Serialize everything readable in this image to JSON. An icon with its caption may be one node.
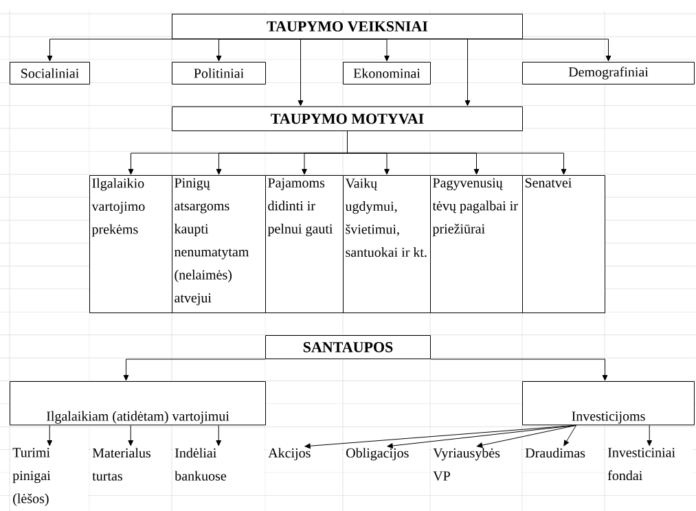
{
  "diagram": {
    "nodes": [
      {
        "text": [
          "TAUPYMO VEIKSNIAI"
        ]
      },
      {
        "text": [
          "Socialiniai"
        ]
      },
      {
        "text": [
          "Politiniai"
        ]
      },
      {
        "text": [
          "Ekonominai"
        ]
      },
      {
        "text": [
          "Demografiniai"
        ]
      },
      {
        "text": [
          "TAUPYMO MOTYVAI"
        ]
      },
      {
        "text": [
          "Ilgalaikio vartojimo prekėms"
        ]
      },
      {
        "text": [
          "Pinigų atsargoms kaupti nenumatytam (nelaimės) atvejui"
        ]
      },
      {
        "text": [
          "Pajamoms didinti ir pelnui gauti"
        ]
      },
      {
        "text": [
          "Vaikų ugdymui, švietimui, santuokai ir kt."
        ]
      },
      {
        "text": [
          "Pagyvenusių tėvų pagalbai ir priežiūrai"
        ]
      },
      {
        "text": [
          "Senatvei"
        ]
      },
      {
        "text": [
          "SANTAUPOS"
        ]
      },
      {
        "text": [
          "Ilgalaikiam (atidėtam) vartojimui"
        ]
      },
      {
        "text": [
          "Investicijoms"
        ]
      },
      {
        "text": [
          "Turimi pinigai (lėšos)"
        ]
      },
      {
        "text": [
          "Materialus turtas"
        ]
      },
      {
        "text": [
          "Indėliai bankuose"
        ]
      },
      {
        "text": [
          "Akcijos"
        ]
      },
      {
        "text": [
          "Obligacijos"
        ]
      },
      {
        "text": [
          "Vyriausybės VP"
        ]
      },
      {
        "text": [
          "Draudimas"
        ]
      },
      {
        "text": [
          "Investiciniai fondai"
        ]
      }
    ],
    "edges": [
      {
        "from": 0,
        "to": 1,
        "arrow": "to"
      },
      {
        "from": 0,
        "to": 2,
        "arrow": "to"
      },
      {
        "from": 0,
        "to": 3,
        "arrow": "to"
      },
      {
        "from": 0,
        "to": 4,
        "arrow": "to"
      },
      {
        "from": 0,
        "to": 5,
        "arrow": "to"
      },
      {
        "from": 0,
        "to": 5,
        "arrow": "to"
      },
      {
        "from": 5,
        "to": 6,
        "arrow": "to"
      },
      {
        "from": 5,
        "to": 7,
        "arrow": "to"
      },
      {
        "from": 5,
        "to": 8,
        "arrow": "to"
      },
      {
        "from": 5,
        "to": 9,
        "arrow": "to"
      },
      {
        "from": 5,
        "to": 10,
        "arrow": "to"
      },
      {
        "from": 5,
        "to": 11,
        "arrow": "to"
      },
      {
        "from": 12,
        "to": 13,
        "arrow": "to"
      },
      {
        "from": 12,
        "to": 14,
        "arrow": "to"
      },
      {
        "from": 13,
        "to": 15,
        "arrow": "to"
      },
      {
        "from": 13,
        "to": 16,
        "arrow": "to"
      },
      {
        "from": 13,
        "to": 17,
        "arrow": "to"
      },
      {
        "from": 14,
        "to": 18,
        "arrow": "to"
      },
      {
        "from": 14,
        "to": 19,
        "arrow": "to"
      },
      {
        "from": 14,
        "to": 20,
        "arrow": "to"
      },
      {
        "from": 14,
        "to": 21,
        "arrow": "to"
      },
      {
        "from": 14,
        "to": 22,
        "arrow": "to"
      }
    ]
  }
}
